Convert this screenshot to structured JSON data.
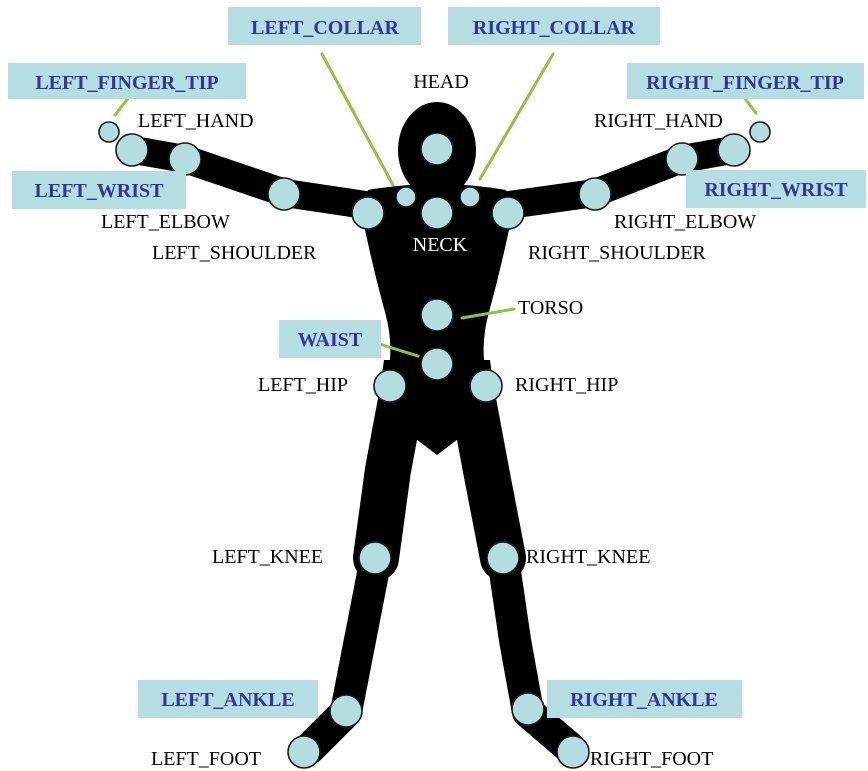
{
  "colors": {
    "silhouette": "#000000",
    "joint_fill": "#b4dde0",
    "highlight_box": "#b6dde1",
    "highlight_text": "#2e3a8c",
    "leader_line": "#8cc63f"
  },
  "labels": {
    "head": "HEAD",
    "neck": "NECK",
    "torso": "TORSO",
    "left_hand": "LEFT_HAND",
    "right_hand": "RIGHT_HAND",
    "left_elbow": "LEFT_ELBOW",
    "right_elbow": "RIGHT_ELBOW",
    "left_shoulder": "LEFT_SHOULDER",
    "right_shoulder": "RIGHT_SHOULDER",
    "left_hip": "LEFT_HIP",
    "right_hip": "RIGHT_HIP",
    "left_knee": "LEFT_KNEE",
    "right_knee": "RIGHT_KNEE",
    "left_foot": "LEFT_FOOT",
    "right_foot": "RIGHT_FOOT"
  },
  "highlighted_labels": {
    "left_collar": "LEFT_COLLAR",
    "right_collar": "RIGHT_COLLAR",
    "left_finger_tip": "LEFT_FINGER_TIP",
    "right_finger_tip": "RIGHT_FINGER_TIP",
    "left_wrist": "LEFT_WRIST",
    "right_wrist": "RIGHT_WRIST",
    "waist": "WAIST",
    "left_ankle": "LEFT_ANKLE",
    "right_ankle": "RIGHT_ANKLE"
  }
}
